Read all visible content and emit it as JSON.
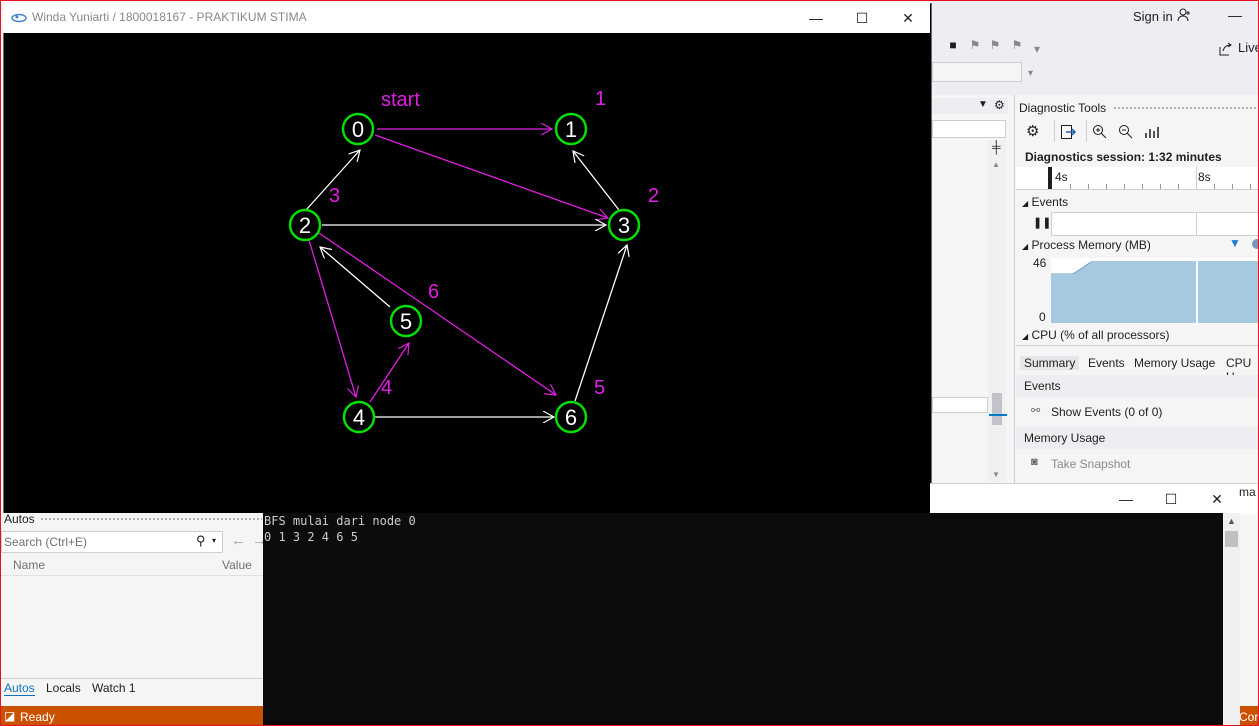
{
  "graph_window": {
    "title": "Winda Yuniarti / 1800018167 - PRAKTIKUM STIMA",
    "controls": {
      "minimize": "—",
      "maximize": "☐",
      "close": "✕"
    },
    "canvas": {
      "start_label": "start",
      "nodes": [
        "0",
        "1",
        "2",
        "3",
        "4",
        "5",
        "6"
      ],
      "order_labels": [
        "1",
        "2",
        "3",
        "4",
        "5",
        "6"
      ]
    },
    "colors": {
      "node": "#00e000",
      "bfs_edge": "#e020e0",
      "edge": "#ffffff"
    }
  },
  "console_window": {
    "lines": [
      "BFS mulai dari node 0",
      "0 1 3 2 4 6 5"
    ],
    "controls": {
      "minimize": "—",
      "maximize": "☐",
      "close": "✕"
    }
  },
  "vs": {
    "sign_in": "Sign in",
    "live_share": "Live",
    "status": "Ready",
    "status_right": "Cor"
  },
  "diagnostics": {
    "title": "Diagnostic Tools",
    "session": "Diagnostics session: 1:32 minutes",
    "ruler": [
      "4s",
      "8s"
    ],
    "events_header": "Events",
    "memory_header": "Process Memory (MB)",
    "memory_axis": [
      "46",
      "0"
    ],
    "cpu_header": "CPU (% of all processors)",
    "tabs": [
      "Summary",
      "Events",
      "Memory Usage",
      "CPU U"
    ],
    "sections": [
      {
        "title": "Events",
        "link": "Show Events (0 of 0)"
      },
      {
        "title": "Memory Usage",
        "link": "Take Snapshot"
      }
    ],
    "side_text": "ma"
  },
  "autos": {
    "title": "Autos",
    "search_placeholder": "Search (Ctrl+E)",
    "columns": [
      "Name",
      "Value"
    ],
    "tabs": [
      "Autos",
      "Locals",
      "Watch 1"
    ]
  }
}
